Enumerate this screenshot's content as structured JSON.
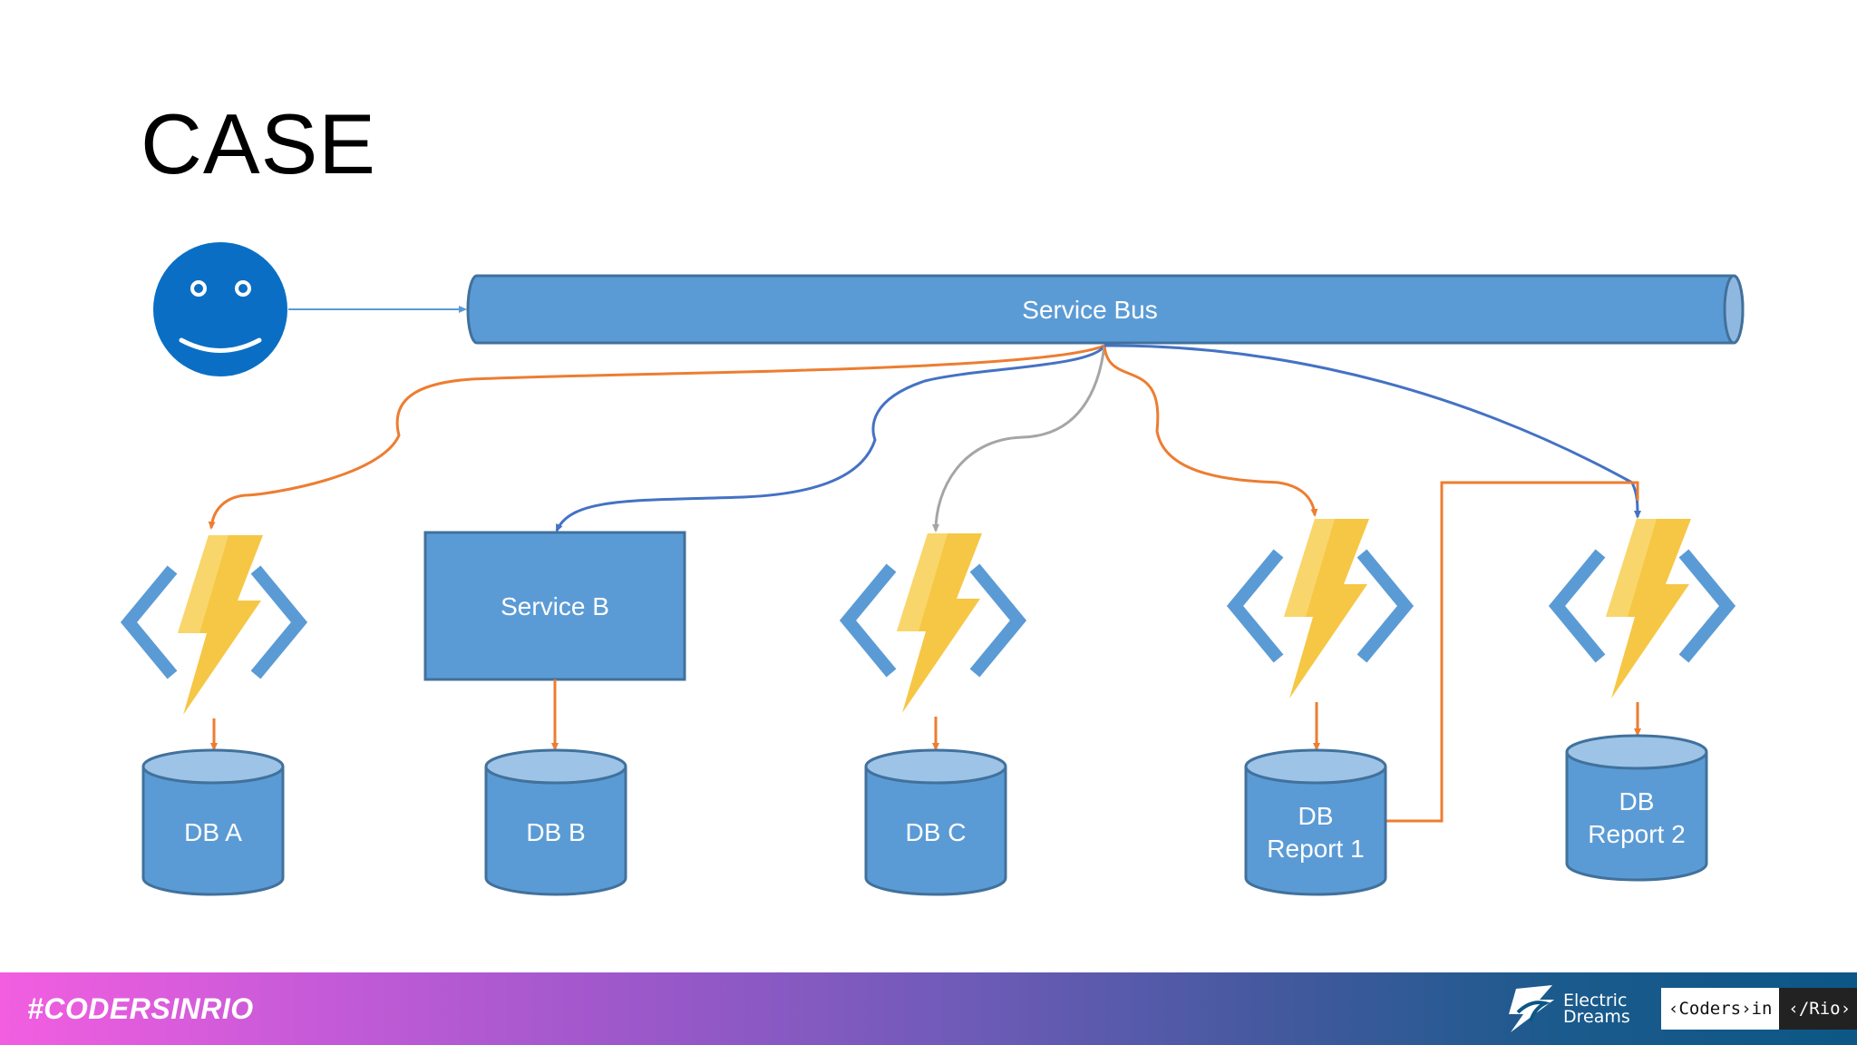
{
  "slide": {
    "title": "CASE"
  },
  "diagram": {
    "service_bus_label": "Service Bus",
    "service_b_label": "Service B",
    "databases": [
      {
        "line1": "DB A",
        "line2": ""
      },
      {
        "line1": "DB B",
        "line2": ""
      },
      {
        "line1": "DB C",
        "line2": ""
      },
      {
        "line1": "DB",
        "line2": "Report 1"
      },
      {
        "line1": "DB",
        "line2": "Report 2"
      }
    ],
    "function_icon": "azure-function-icon",
    "user_icon": "smiley-user-icon",
    "colors": {
      "shape_fill": "#5b9bd5",
      "shape_stroke": "#41719c",
      "cylinder_top": "#9dc3e6",
      "orange": "#ed7d31",
      "blue": "#4472c4",
      "gray": "#a5a5a5",
      "user": "#0a6fc4",
      "bolt": "#f6c745",
      "bracket": "#5b9bd5"
    }
  },
  "footer": {
    "hashtag": "#CODERSINRIO",
    "electric_dreams_line1": "Electric",
    "electric_dreams_line2": "Dreams",
    "coders_left": "‹Coders›in",
    "coders_right": "‹/Rio›"
  }
}
